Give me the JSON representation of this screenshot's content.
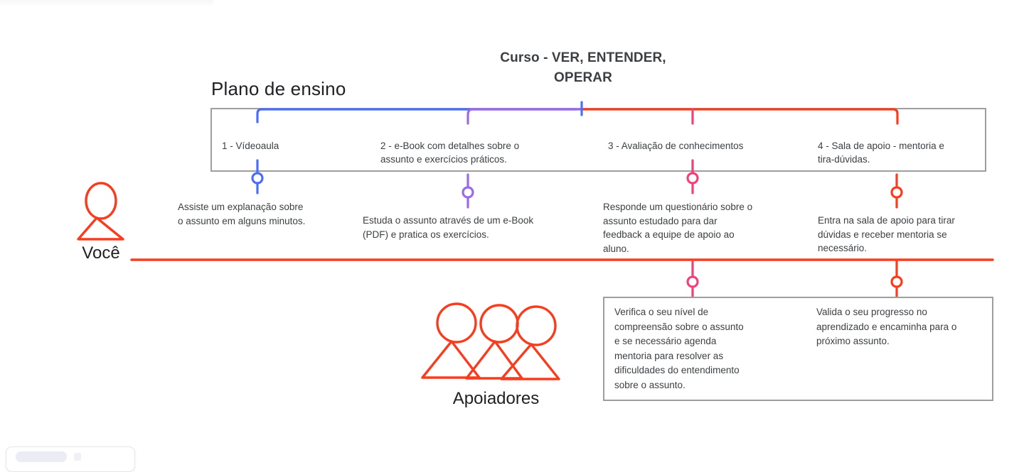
{
  "course": {
    "title_line1": "Curso - VER, ENTENDER,",
    "title_line2": "OPERAR"
  },
  "plan": {
    "heading": "Plano de ensino",
    "steps": [
      {
        "label_line1": "1 - Vídeoaula",
        "label_line2": "",
        "color": "#4a6ef5"
      },
      {
        "label_line1": "2 - e-Book com detalhes sobre o",
        "label_line2": "assunto e exercícios práticos.",
        "color": "#9b6ae8"
      },
      {
        "label_line1": "3 - Avaliação de conhecimentos",
        "label_line2": "",
        "color": "#f43f7a"
      },
      {
        "label_line1": "4 - Sala de apoio - mentoria e",
        "label_line2": "tira-dúvidas.",
        "color": "#fa3c1e"
      }
    ]
  },
  "student": {
    "actor_label": "Você",
    "steps": [
      {
        "color": "#4a6ef5",
        "lines": [
          "Assiste um explanação sobre",
          "o assunto em alguns minutos."
        ]
      },
      {
        "color": "#9b6ae8",
        "lines": [
          "Estuda o assunto através de um e-Book",
          "(PDF) e pratica os exercícios."
        ]
      },
      {
        "color": "#f43f7a",
        "lines": [
          "Responde um questionário sobre o",
          "assunto estudado para dar",
          "feedback a equipe de apoio ao",
          "aluno."
        ]
      },
      {
        "color": "#fa3c1e",
        "lines": [
          "Entra na sala de apoio para tirar",
          "dúvidas e receber mentoria se",
          "necessário."
        ]
      }
    ]
  },
  "supporters": {
    "actor_label": "Apoiadores",
    "steps": [
      {
        "color": "#f43f7a",
        "lines": [
          "Verifica o seu nível de",
          "compreensão sobre o assunto",
          "e se necessário agenda",
          "mentoria para resolver as",
          "dificuldades do entendimento",
          "sobre o assunto."
        ]
      },
      {
        "color": "#fa3c1e",
        "lines": [
          "Valida o seu progresso no",
          "aprendizado e encaminha para o",
          "próximo assunto."
        ]
      }
    ]
  },
  "colors": {
    "blue": "#4a6ef5",
    "purple": "#9b6ae8",
    "pink": "#f43f7a",
    "red": "#fa3c1e",
    "box_border": "#9e9e9e",
    "text": "#3c4043",
    "heading": "#202124"
  },
  "icons": {
    "student": "person-icon",
    "supporters": "people-group-icon",
    "timeline": "timeline-line",
    "marker": "milestone-marker-icon"
  }
}
